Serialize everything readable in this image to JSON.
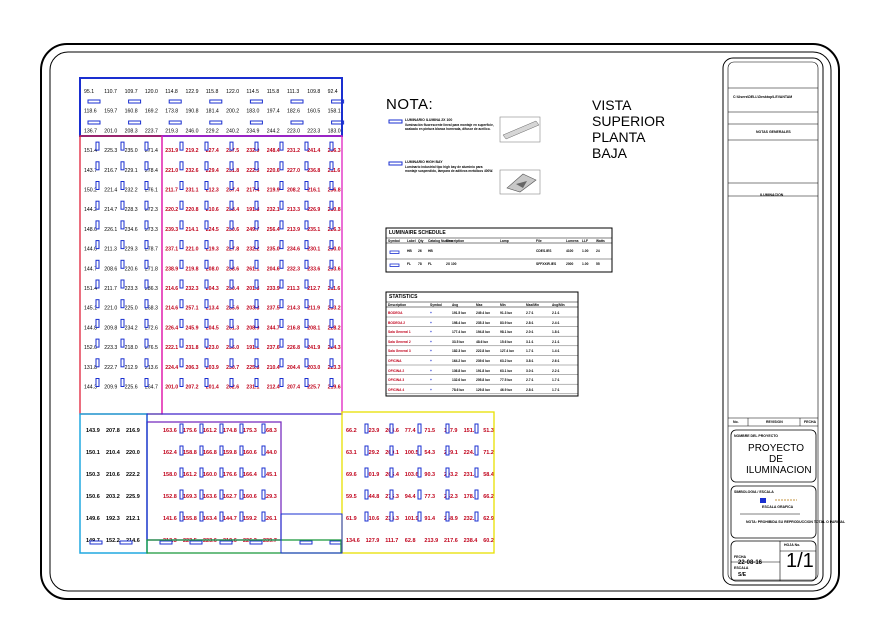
{
  "nota_title": "NOTA:",
  "view_title": "VISTA\nSUPERIOR\nPLANTA\nBAJA",
  "luminaires": [
    {
      "name": "LUMINARIO ILUMINA 2X 100",
      "desc": "Iluminación fluorescente lineal para montaje en superficie, acabado en pintura blanca horneada, difusor de acrílico."
    },
    {
      "name": "LUMINARIO HIGH BAY",
      "desc": "Luminario industrial tipo high bay de aluminio para montaje suspendido, lámpara de aditivos metálicos 400W."
    }
  ],
  "schedule": {
    "title": "LUMINAIRE SCHEDULE",
    "headers": [
      "Symbol",
      "Label",
      "Qty",
      "Catalog Number",
      "Description",
      "Lamp",
      "File",
      "Lumens",
      "LLF",
      "Watts"
    ],
    "rows": [
      [
        "",
        "HB",
        "26",
        "HB",
        "",
        "",
        "CDES.IES",
        "4100",
        "1.00",
        "24"
      ],
      [
        "",
        "FL",
        "78",
        "FL",
        "2X 100",
        "",
        "SFFXXIR.IES",
        "2000",
        "1.00",
        "55"
      ]
    ]
  },
  "statistics": {
    "title": "STATISTICS",
    "headers": [
      "Description",
      "Symbol",
      "Avg",
      "Max",
      "Min",
      "Max/Min",
      "Avg/Min"
    ],
    "rows": [
      [
        "BODEGA",
        "+",
        "191.5 lux",
        "249.4 lux",
        "91.3 lux",
        "2.7:1",
        "2.1:1"
      ],
      [
        "BODEGA 2",
        "+",
        "198.4 lux",
        "235.3 lux",
        "83.9 lux",
        "2.8:1",
        "2.4:1"
      ],
      [
        "Sala General 1",
        "+",
        "177.4 lux",
        "194.8 lux",
        "98.1 lux",
        "2.0:1",
        "1.8:1"
      ],
      [
        "Sala General 2",
        "+",
        "33.5 lux",
        "48.6 lux",
        "15.6 lux",
        "3.1:1",
        "2.1:1"
      ],
      [
        "Sala General 3",
        "+",
        "182.3 lux",
        "222.8 lux",
        "127.4 lux",
        "1.7:1",
        "1.4:1"
      ],
      [
        "OFICINA",
        "+",
        "164.2 lux",
        "239.6 lux",
        "63.2 lux",
        "3.8:1",
        "2.6:1"
      ],
      [
        "OFICINA 2",
        "+",
        "136.8 lux",
        "191.8 lux",
        "63.1 lux",
        "3.0:1",
        "2.2:1"
      ],
      [
        "OFICINA 3",
        "+",
        "132.6 lux",
        "205.8 lux",
        "77.5 lux",
        "2.7:1",
        "1.7:1"
      ],
      [
        "OFICINA 4",
        "+",
        "78.6 lux",
        "129.8 lux",
        "46.9 lux",
        "2.8:1",
        "1.7:1"
      ]
    ]
  },
  "title_block": {
    "path": "C:\\Users\\DELL\\Desktop\\LEVANTAM",
    "notas_label": "NOTAS GENERALES",
    "ilum_label": "ILUMINACION",
    "rev_headers": [
      "No.",
      "REVISION",
      "FECHA"
    ],
    "project_label": "NOMBRE DEL PROYECTO",
    "project_name": "PROYECTO\nDE\nILUMINACION",
    "symbol_label": "SIMBOLOGIA / ESCALA",
    "scale_caption": "ESCALA GRAFICA",
    "disclaimer": "NOTA: PROHIBIDA SU REPRODUCCION TOTAL O PARCIAL",
    "date_label": "FECHA",
    "date": "22-08-16",
    "scale_label": "ESCALA",
    "scale": "S/E",
    "sheet_label": "HOJA No.",
    "sheet": "1/1"
  },
  "grid_values": [
    [
      "95.1",
      "110.7",
      "109.7",
      "120.0",
      "114.8",
      "122.9",
      "115.8",
      "122.0",
      "114.5",
      "115.8",
      "111.3",
      "109.8",
      "92.4"
    ],
    [
      "118.6",
      "159.7",
      "160.8",
      "169.2",
      "173.8",
      "190.8",
      "181.4",
      "200.2",
      "183.0",
      "197.4",
      "182.6",
      "160.5",
      "158.1"
    ],
    [
      "136.7",
      "201.0",
      "208.3",
      "223.7",
      "219.3",
      "246.0",
      "229.2",
      "240.2",
      "234.9",
      "244.2",
      "223.0",
      "223.3",
      "183.0"
    ],
    [
      "151.4",
      "225.3",
      "235.0",
      "271.4",
      "231.9",
      "219.2",
      "227.4",
      "237.5",
      "232.9",
      "248.4",
      "231.2",
      "241.4",
      "236.3"
    ],
    [
      "143.7",
      "216.7",
      "229.1",
      "278.4",
      "221.0",
      "232.6",
      "229.4",
      "231.8",
      "222.3",
      "220.6",
      "227.0",
      "236.8",
      "211.6"
    ],
    [
      "150.2",
      "221.4",
      "232.2",
      "276.1",
      "211.7",
      "231.1",
      "212.3",
      "237.4",
      "217.4",
      "219.9",
      "208.2",
      "216.1",
      "236.8"
    ],
    [
      "144.2",
      "214.7",
      "228.3",
      "272.3",
      "220.2",
      "220.8",
      "210.6",
      "238.4",
      "191.8",
      "232.1",
      "213.3",
      "226.9",
      "210.8"
    ],
    [
      "148.0",
      "226.1",
      "234.6",
      "273.3",
      "239.3",
      "214.1",
      "224.5",
      "230.6",
      "249.7",
      "256.4",
      "213.9",
      "235.1",
      "226.3"
    ],
    [
      "144.0",
      "211.3",
      "229.3",
      "278.7",
      "237.1",
      "221.0",
      "219.3",
      "227.8",
      "232.2",
      "235.0",
      "234.6",
      "230.1",
      "230.0"
    ],
    [
      "144.7",
      "208.6",
      "220.6",
      "271.8",
      "238.9",
      "219.8",
      "208.0",
      "238.6",
      "261.1",
      "204.6",
      "232.3",
      "233.6",
      "233.6"
    ],
    [
      "151.4",
      "211.7",
      "223.3",
      "286.3",
      "214.6",
      "232.3",
      "204.3",
      "230.4",
      "201.8",
      "233.9",
      "211.3",
      "212.7",
      "211.6"
    ],
    [
      "145.1",
      "221.0",
      "225.0",
      "268.3",
      "214.6",
      "257.1",
      "213.4",
      "285.6",
      "203.8",
      "237.5",
      "214.3",
      "211.9",
      "233.2"
    ],
    [
      "144.8",
      "209.8",
      "234.2",
      "272.6",
      "226.4",
      "245.9",
      "204.5",
      "201.3",
      "208.9",
      "244.7",
      "216.8",
      "208.1",
      "228.2"
    ],
    [
      "152.0",
      "223.3",
      "218.0",
      "276.5",
      "222.1",
      "231.8",
      "223.0",
      "236.0",
      "191.1",
      "237.6",
      "226.8",
      "241.9",
      "224.3"
    ],
    [
      "131.8",
      "222.7",
      "212.9",
      "213.6",
      "224.4",
      "206.3",
      "203.9",
      "230.7",
      "225.8",
      "210.4",
      "204.4",
      "203.0",
      "223.3"
    ],
    [
      "144.3",
      "209.9",
      "225.6",
      "264.7",
      "201.0",
      "207.2",
      "201.4",
      "202.6",
      "231.1",
      "212.4",
      "207.4",
      "225.7",
      "219.6"
    ]
  ],
  "grid_lower": [
    [
      "143.9",
      "207.8",
      "216.9",
      "163.6",
      "175.6",
      "161.2",
      "174.8",
      "175.3",
      "168.3",
      "66.2",
      "123.9",
      "204.6",
      "77.4",
      "71.5",
      "117.9",
      "151.4",
      "51.3"
    ],
    [
      "150.1",
      "210.4",
      "220.0",
      "162.4",
      "158.8",
      "166.8",
      "159.8",
      "160.6",
      "144.0",
      "63.1",
      "129.2",
      "209.1",
      "100.5",
      "54.3",
      "229.1",
      "224.8",
      "71.2"
    ],
    [
      "150.3",
      "210.6",
      "222.2",
      "158.0",
      "161.2",
      "160.0",
      "176.6",
      "166.4",
      "145.1",
      "69.6",
      "201.9",
      "205.4",
      "103.6",
      "90.3",
      "203.2",
      "231.4",
      "58.4"
    ],
    [
      "150.6",
      "203.2",
      "225.9",
      "152.8",
      "169.3",
      "163.6",
      "162.7",
      "160.6",
      "129.3",
      "59.5",
      "144.8",
      "276.3",
      "94.4",
      "77.3",
      "262.3",
      "178.6",
      "66.2"
    ],
    [
      "149.6",
      "192.3",
      "212.1",
      "141.6",
      "155.8",
      "163.4",
      "144.7",
      "159.2",
      "126.1",
      "61.9",
      "210.6",
      "234.3",
      "101.9",
      "91.4",
      "268.9",
      "232.1",
      "62.9"
    ],
    [
      "149.7",
      "152.2",
      "214.6",
      "213.3",
      "223.5",
      "223.6",
      "219.6",
      "226.2",
      "239.7",
      "134.6",
      "127.9",
      "111.7",
      "62.8",
      "213.9",
      "217.6",
      "238.4",
      "60.2"
    ]
  ]
}
